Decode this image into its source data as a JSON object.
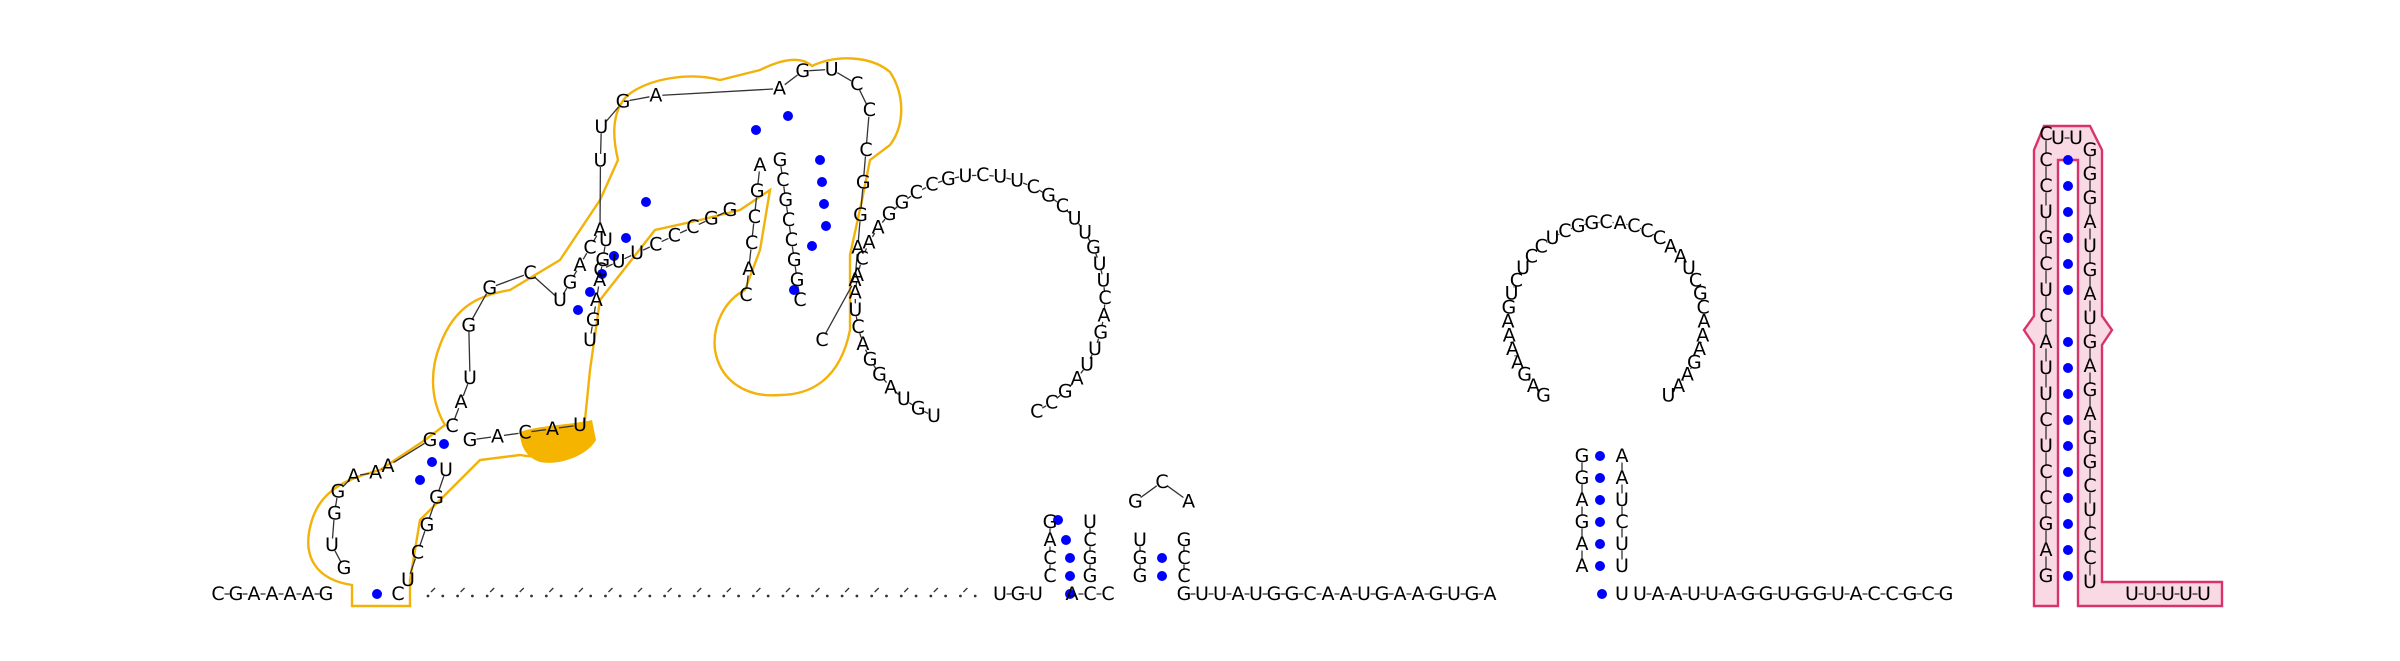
{
  "colors": {
    "base_text": "#000000",
    "backbone": "#333333",
    "pair_dot": "#0000ff",
    "orange_outline": "#f2b20a",
    "orange_fill": "#f5b400",
    "pink_outline": "#d8336b",
    "pink_fill": "#f9d9e3"
  },
  "rna": {
    "five_prime": "CGAAAAG",
    "stem1_left_strand": "GUGGAAAG",
    "stem1_right_strand": "CAUGGCUGACAUUGAAGUCCCGGAAC",
    "gap_dots_count": 38,
    "hairpin1_left": "UGUAGGACUAACAAGGCCGUCUUCGCUUGUUCAGUUAGCC",
    "linker": "GUUAUGGCAAUGAAGUGA",
    "hairpin2": "GAGAAAAGUCUCCUCGGCACCCAAUCGCAAAGAAU",
    "tail": "UAAUUAGGUGGUACCGCG",
    "hairpin3_left": "GAGCCUCUUACUCGUCCC",
    "hairpin3_loop": "UU",
    "hairpin3_right": "GGGAUGAUGAGAGGCUCCU",
    "three_prime": "UUUUU"
  }
}
